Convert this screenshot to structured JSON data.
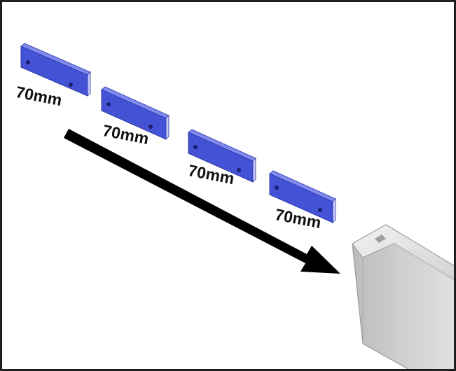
{
  "blocks": [
    {
      "label": "70mm"
    },
    {
      "label": "70mm"
    },
    {
      "label": "70mm"
    },
    {
      "label": "70mm"
    }
  ],
  "colors": {
    "block_top": "#5b68e6",
    "block_front": "#4452d6",
    "block_side": "#c7caf7",
    "arrow": "#000000",
    "profile": "#c9c9c9"
  }
}
